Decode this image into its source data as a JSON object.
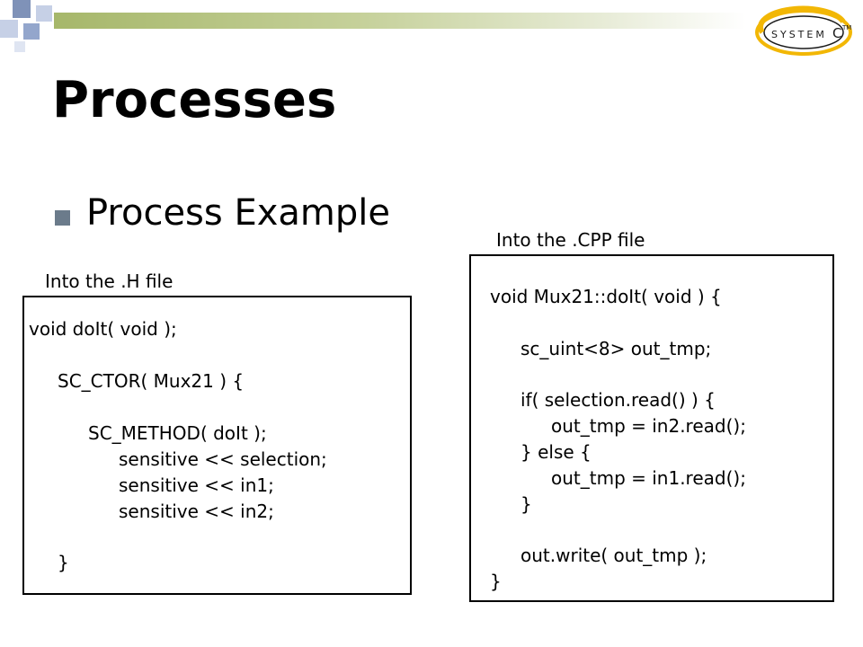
{
  "colors": {
    "header_gradient_start": "#a6b76a",
    "bullet": "#6b7b8b",
    "logo_ring": "#f2b705",
    "logo_ring_dark": "#1a1a1a"
  },
  "logo": {
    "text": "SYSTEMC",
    "trademark": "TM"
  },
  "slide": {
    "title": "Processes",
    "bullet": "Process Example"
  },
  "h_file": {
    "caption": "Into the .H file",
    "lines": [
      "void doIt( void );",
      "SC_CTOR( Mux21 ) {",
      "SC_METHOD( doIt );",
      "sensitive << selection;",
      "sensitive << in1;",
      "sensitive << in2;",
      "}"
    ]
  },
  "cpp_file": {
    "caption": "Into the .CPP file",
    "lines": [
      "void Mux21::doIt( void ) {",
      "sc_uint<8> out_tmp;",
      "if( selection.read() ) {",
      "out_tmp = in2.read();",
      "} else {",
      "out_tmp = in1.read();",
      "}",
      "out.write( out_tmp );",
      "}"
    ]
  }
}
